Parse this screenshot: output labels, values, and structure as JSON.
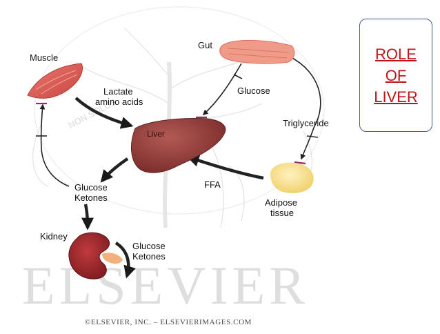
{
  "title": {
    "line1": "ROLE",
    "line2": "OF",
    "line3": "LIVER"
  },
  "organs": {
    "muscle": "Muscle",
    "gut": "Gut",
    "liver": "Liver",
    "kidney": "Kidney",
    "adipose": {
      "line1": "Adipose",
      "line2": "tissue"
    }
  },
  "labels": {
    "lactate": {
      "line1": "Lactate",
      "line2": "amino acids"
    },
    "glucose_gut": "Glucose",
    "triglyceride": "Triglyceride",
    "ffa": "FFA",
    "glucose_ketones_left": {
      "line1": "Glucose",
      "line2": "Ketones"
    },
    "glucose_ketones_kidney": {
      "line1": "Glucose",
      "line2": "Ketones"
    }
  },
  "watermark": {
    "brand": "ELSEVIER",
    "motto": "NON SOLUS"
  },
  "copyright": "©ELSEVIER, INC. – ELSEVIERIMAGES.COM",
  "colors": {
    "title_text": "#c0121a",
    "title_border": "#3f5f85",
    "muscle": "#d95a55",
    "liver": "#8d3a37",
    "kidney": "#8e2226",
    "adipose": "#f5d77e",
    "inhibit_mark": "#9a2a5a",
    "watermark": "#dcdcdc"
  }
}
